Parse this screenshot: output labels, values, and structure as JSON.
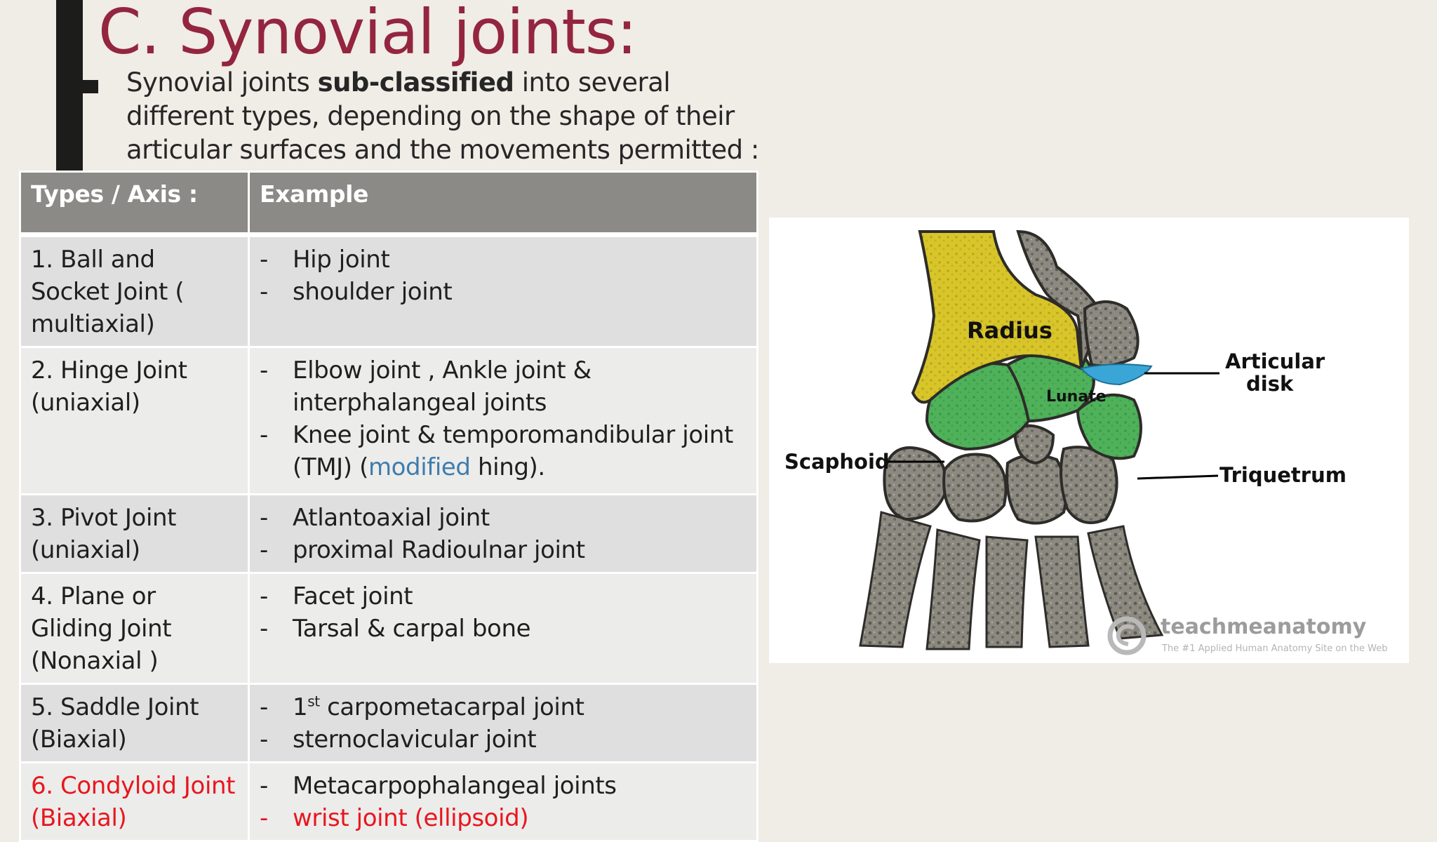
{
  "title": "C. Synovial joints:",
  "intro": {
    "before": "Synovial joints ",
    "bold": "sub-classified",
    "after": " into several different types, depending on the shape of their articular surfaces and the movements permitted :"
  },
  "table": {
    "headers": [
      "Types / Axis :",
      "Example"
    ],
    "rows": [
      {
        "type": "1. Ball and Socket Joint ( multiaxial)",
        "examples": [
          "Hip joint",
          "shoulder joint"
        ]
      },
      {
        "type": "2. Hinge Joint (uniaxial)",
        "examples": [
          "Elbow joint , Ankle joint & interphalangeal joints",
          "Knee joint & temporomandibular joint (TMJ)  ("
        ],
        "modified": "modified",
        "tail": " hing)."
      },
      {
        "type": "3. Pivot Joint (uniaxial)",
        "examples": [
          "Atlantoaxial joint",
          "proximal Radioulnar joint"
        ]
      },
      {
        "type": "4. Plane or Gliding Joint (Nonaxial )",
        "examples": [
          "Facet joint",
          "Tarsal & carpal bone"
        ]
      },
      {
        "type": "5. Saddle Joint (Biaxial)",
        "examples": [
          "1",
          "sternoclavicular joint"
        ],
        "sup": "st",
        "sup_tail": " carpometacarpal joint"
      },
      {
        "type": "6. Condyloid Joint (Biaxial)",
        "examples": [
          "Metacarpophalangeal joints",
          "wrist joint (ellipsoid)"
        ]
      }
    ],
    "dash": "-"
  },
  "figure": {
    "labels": {
      "radius": "Radius",
      "lunate": "Lunate",
      "articular_disk_1": "Articular",
      "articular_disk_2": "disk",
      "scaphoid": "Scaphoid",
      "triquetrum": "Triquetrum"
    },
    "watermark": "teachmeanatomy",
    "watermark_sub": "The #1 Applied Human Anatomy Site on the Web"
  },
  "colors": {
    "title": "#93253f",
    "highlight_red": "#e8161d",
    "link_blue": "#3f7cab",
    "header_bg": "#8b8a86",
    "radius_yellow": "#d8c52a",
    "carpal_green": "#4fb15a",
    "disk_blue": "#3aa6d8"
  }
}
